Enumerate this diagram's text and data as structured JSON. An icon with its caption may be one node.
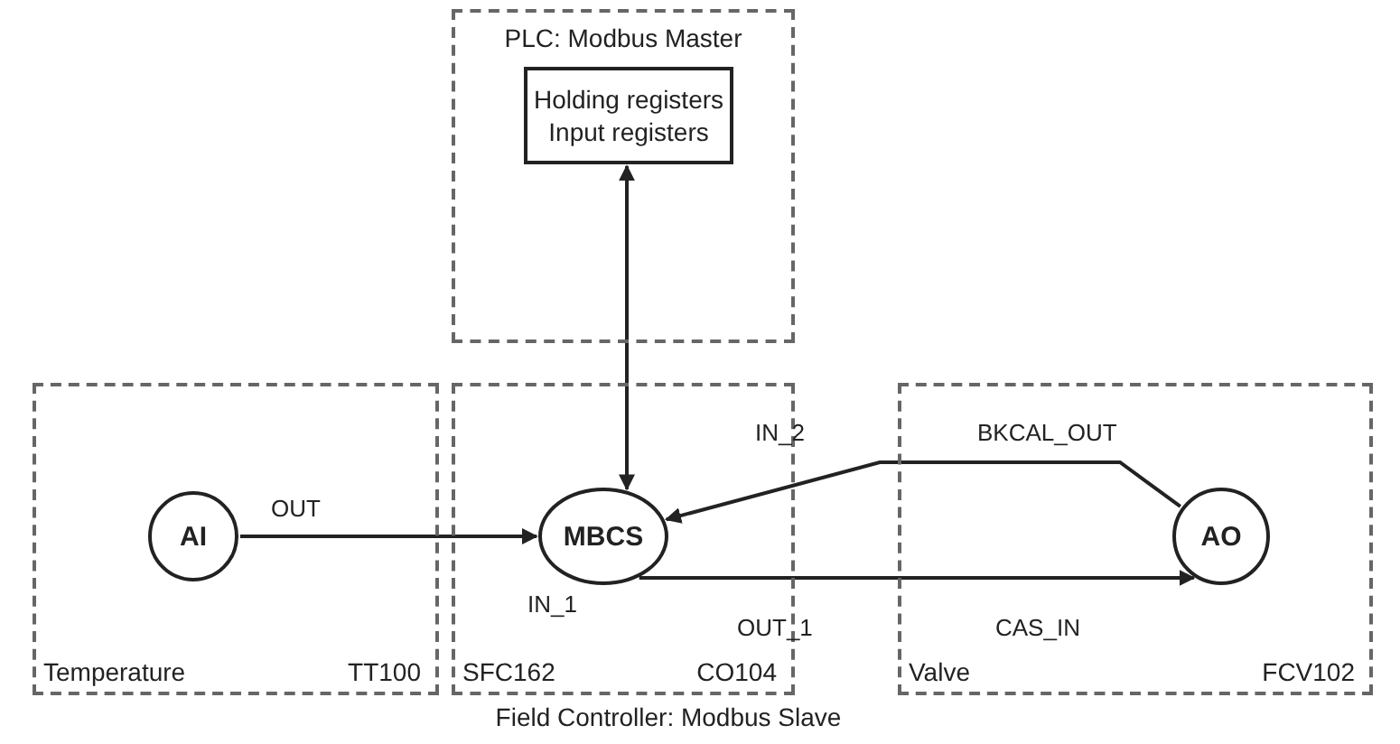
{
  "diagram": {
    "caption": "Field Controller: Modbus Slave",
    "nodes": [
      {
        "text": [
          "PLC: Modbus Master"
        ]
      },
      {
        "text": [
          "Holding registers Input registers"
        ],
        "in": 0
      },
      {
        "text": [
          "Temperature",
          "TT100"
        ]
      },
      {
        "text": [
          "AI"
        ],
        "in": 2
      },
      {
        "text": [
          "SFC162",
          "CO104"
        ]
      },
      {
        "text": [
          "MBCS"
        ],
        "in": 4
      },
      {
        "text": [
          "Valve",
          "FCV102"
        ]
      },
      {
        "text": [
          "AO"
        ],
        "in": 6
      }
    ],
    "edges": [
      {
        "from": 1,
        "to": 5,
        "arrow": "both"
      },
      {
        "from": 3,
        "to": 5,
        "arrow": "to"
      },
      {
        "from": 7,
        "to": 5,
        "arrow": "to"
      },
      {
        "from": 5,
        "to": 7,
        "arrow": "to"
      }
    ],
    "labels": [
      "OUT",
      "IN_1",
      "IN_2",
      "BKCAL_OUT",
      "OUT_1",
      "CAS_IN"
    ]
  }
}
